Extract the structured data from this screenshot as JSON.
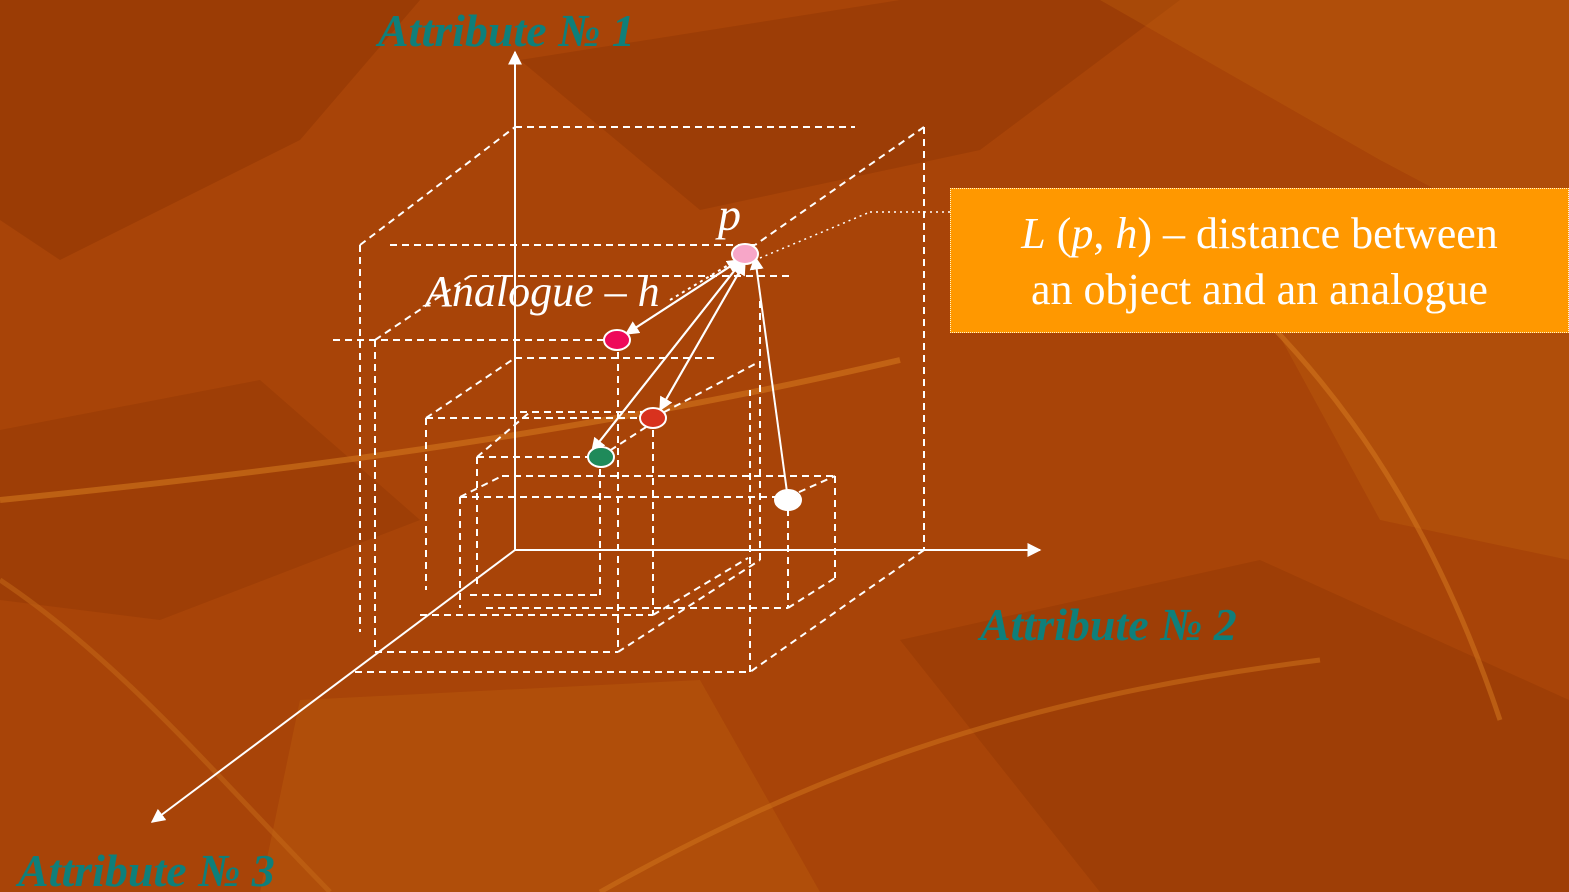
{
  "colors": {
    "background": "#a84408",
    "background_dark": "#8f3604",
    "background_light": "#c0600f",
    "axis_label": "#0f7f7a",
    "lines": "#ffffff",
    "callout_fill": "#ff9800",
    "point_object": "#f7a6c8",
    "point_analogue": "#ee0a5a",
    "point_red": "#d8321e",
    "point_green": "#1f8a5a",
    "point_white": "#ffffff"
  },
  "axes": {
    "attr1": "Attribute № 1",
    "attr2": "Attribute № 2",
    "attr3": "Attribute № 3"
  },
  "labels": {
    "object": "p",
    "analogue": "Analogue – h"
  },
  "callout": {
    "L": "L",
    "open": " (",
    "p": "p",
    "comma": ", ",
    "h": "h",
    "close": ")",
    "rest": "  – distance between",
    "line2": "an object and an analogue"
  },
  "points": [
    {
      "name": "object-point-p",
      "color": "point_object"
    },
    {
      "name": "analogue-point-h",
      "color": "point_analogue"
    },
    {
      "name": "point-red",
      "color": "point_red"
    },
    {
      "name": "point-green",
      "color": "point_green"
    },
    {
      "name": "point-white",
      "color": "point_white"
    }
  ]
}
